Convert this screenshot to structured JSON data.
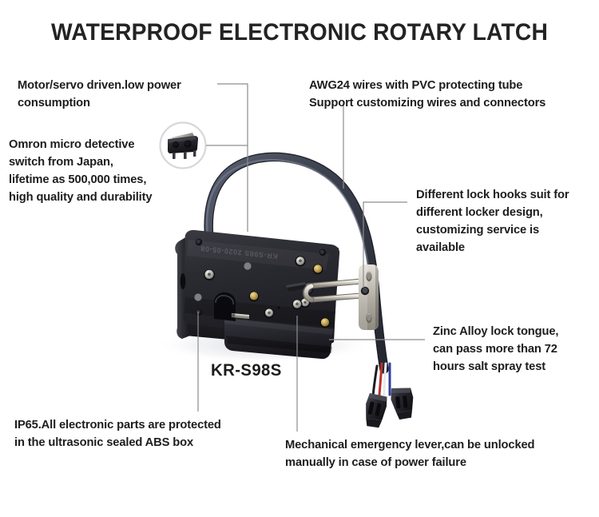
{
  "page": {
    "background_color": "#ffffff",
    "title": "WATERPROOF ELECTRONIC ROTARY LATCH",
    "title_color": "#232323",
    "text_color": "#1d1d1d",
    "leader_line_color": "#8d8d8d"
  },
  "product": {
    "model_label": "KR-S98S",
    "body_engraving": "KR-S98S 2020-05-08",
    "body_color": "#24242a",
    "striker_color": "#b9b5ac",
    "cable_color": "#3b3f4d",
    "wire_colors": {
      "red": "#b8322c",
      "white": "#e8e8e8",
      "blue": "#2f3fa0",
      "black": "#24242a"
    },
    "screw_color": "#c8b26a",
    "switch_inset_ring_color": "#d7d7d7"
  },
  "callouts": [
    {
      "id": "motor-servo",
      "text": "Motor/servo driven.low power\nconsumption"
    },
    {
      "id": "omron-switch",
      "text": "Omron micro detective\nswitch from Japan,\nlifetime as 500,000 times,\nhigh quality and durability"
    },
    {
      "id": "awg24-wires",
      "text": "AWG24 wires with PVC protecting tube\nSupport customizing wires and connectors"
    },
    {
      "id": "lock-hooks",
      "text": "Different lock hooks suit for\ndifferent locker design,\ncustomizing service is\navailable"
    },
    {
      "id": "zinc-alloy",
      "text": "Zinc Alloy lock tongue,\ncan pass more than 72\nhours salt spray test"
    },
    {
      "id": "ip65-rating",
      "text": "IP65.All electronic parts are protected\nin the ultrasonic sealed ABS box"
    },
    {
      "id": "mechanical-lever",
      "text": "Mechanical emergency lever,can be unlocked\nmanually in case of power failure"
    }
  ],
  "callout_text": {
    "motor_servo": "Motor/servo driven.low power\nconsumption",
    "omron_switch": "Omron micro detective\nswitch from Japan,\nlifetime as 500,000 times,\nhigh quality and durability",
    "awg24_wires": "AWG24 wires with PVC protecting tube\nSupport customizing wires and connectors",
    "lock_hooks": "Different lock hooks suit for\ndifferent locker design,\ncustomizing service is\navailable",
    "zinc_alloy": "Zinc Alloy lock tongue,\ncan pass more than 72\nhours salt spray test",
    "ip65": "IP65.All electronic parts are protected\nin the ultrasonic sealed ABS box",
    "mechanical_lever": "Mechanical emergency lever,can be unlocked\nmanually in case of power failure"
  }
}
